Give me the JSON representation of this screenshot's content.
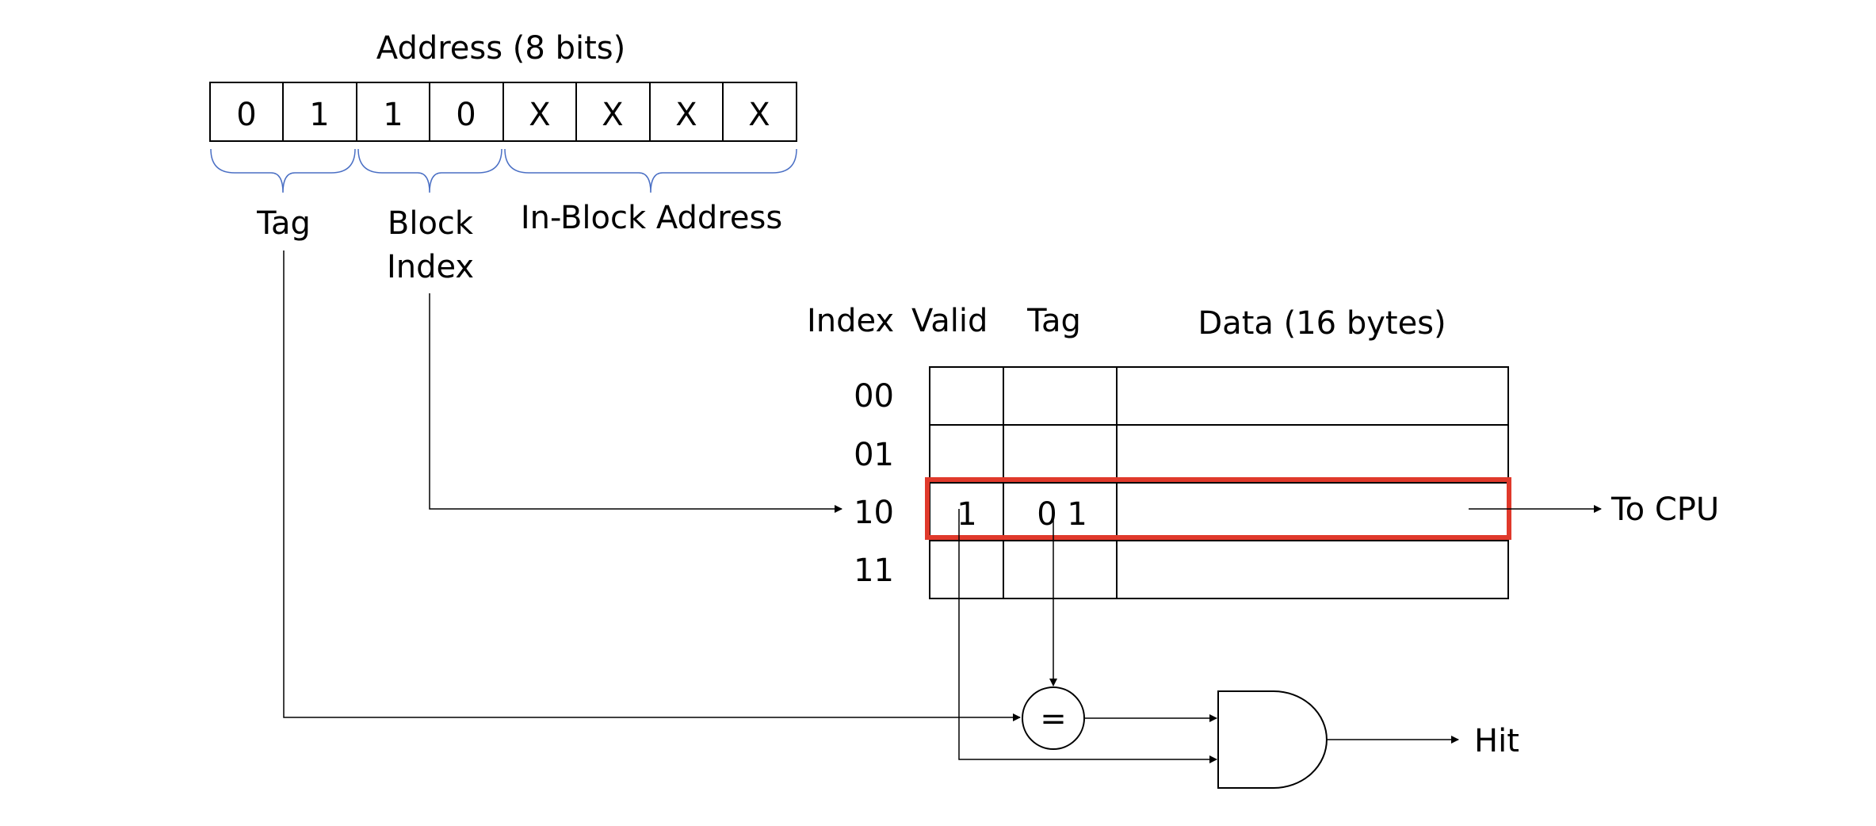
{
  "address": {
    "title": "Address (8 bits)",
    "bits": [
      "0",
      "1",
      "1",
      "0",
      "X",
      "X",
      "X",
      "X"
    ],
    "fields": {
      "tag": "Tag",
      "block_index_line1": "Block",
      "block_index_line2": "Index",
      "in_block": "In-Block Address"
    }
  },
  "cache": {
    "headers": {
      "index": "Index",
      "valid": "Valid",
      "tag": "Tag",
      "data": "Data (16 bytes)"
    },
    "rows": [
      {
        "index": "00",
        "valid": "",
        "tag": ""
      },
      {
        "index": "01",
        "valid": "",
        "tag": ""
      },
      {
        "index": "10",
        "valid": "1",
        "tag": "0 1"
      },
      {
        "index": "11",
        "valid": "",
        "tag": ""
      }
    ],
    "highlight_color": "#e0392b"
  },
  "comparator": {
    "symbol": "="
  },
  "outputs": {
    "to_cpu": "To CPU",
    "hit": "Hit"
  }
}
